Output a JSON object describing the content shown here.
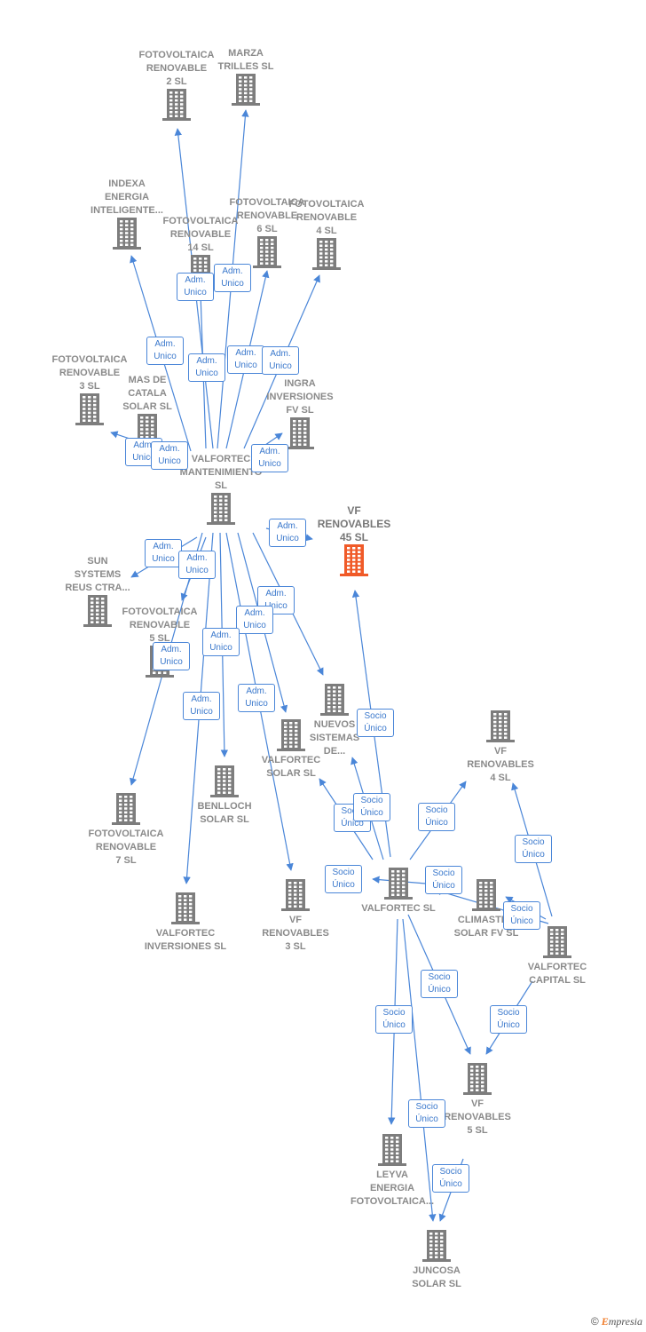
{
  "colors": {
    "node": "#7d7d7d",
    "focus": "#f05a28",
    "edge": "#4a86d8"
  },
  "icon": "building-icon",
  "nodes": [
    {
      "id": "fv2",
      "label": "FOTOVOLTAICA\nRENOVABLE\n2  SL"
    },
    {
      "id": "marza",
      "label": "MARZA\nTRILLES SL"
    },
    {
      "id": "indexa",
      "label": "INDEXA\nENERGIA\nINTELIGENTE..."
    },
    {
      "id": "fv14",
      "label": "FOTOVOLTAICA\nRENOVABLE\n14 SL"
    },
    {
      "id": "fv6",
      "label": "FOTOVOLTAICA\nRENOVABLE\n6 SL"
    },
    {
      "id": "fv4",
      "label": "FOTOVOLTAICA\nRENOVABLE\n4 SL"
    },
    {
      "id": "fv3",
      "label": "FOTOVOLTAICA\nRENOVABLE\n3 SL"
    },
    {
      "id": "mas",
      "label": "MAS DE\nCATALA\nSOLAR SL"
    },
    {
      "id": "ingra",
      "label": "INGRA\nINVERSIONES\nFV  SL"
    },
    {
      "id": "valmant",
      "label": "VALFORTEC\nMANTENIMIENTO\nSL"
    },
    {
      "id": "vf45",
      "label": "VF\nRENOVABLES\n45  SL",
      "focus": true
    },
    {
      "id": "sun",
      "label": "SUN\nSYSTEMS\nREUS CTRA..."
    },
    {
      "id": "fv5",
      "label": "FOTOVOLTAICA\nRENOVABLE\n5 SL"
    },
    {
      "id": "nuevos",
      "label": "NUEVOS\nSISTEMAS\nDE..."
    },
    {
      "id": "valsolar",
      "label": "VALFORTEC\nSOLAR  SL"
    },
    {
      "id": "vf4",
      "label": "VF\nRENOVABLES\n4  SL"
    },
    {
      "id": "benlloch",
      "label": "BENLLOCH\nSOLAR SL"
    },
    {
      "id": "fv7",
      "label": "FOTOVOLTAICA\nRENOVABLE\n7 SL"
    },
    {
      "id": "valinv",
      "label": "VALFORTEC\nINVERSIONES SL"
    },
    {
      "id": "vf3",
      "label": "VF\nRENOVABLES\n3  SL"
    },
    {
      "id": "valsl",
      "label": "VALFORTEC SL"
    },
    {
      "id": "climaster",
      "label": "CLIMASTER\nSOLAR FV SL"
    },
    {
      "id": "valcap",
      "label": "VALFORTEC\nCAPITAL  SL"
    },
    {
      "id": "vf5",
      "label": "VF\nRENOVABLES\n5  SL"
    },
    {
      "id": "leyva",
      "label": "LEYVA\nENERGIA\nFOTOVOLTAICA..."
    },
    {
      "id": "juncosa",
      "label": "JUNCOSA\nSOLAR  SL"
    }
  ],
  "edges": [
    {
      "from": "valmant",
      "to": "fv2",
      "label": "Adm.\nUnico"
    },
    {
      "from": "valmant",
      "to": "marza",
      "label": "Adm.\nUnico"
    },
    {
      "from": "valmant",
      "to": "indexa",
      "label": "Adm.\nUnico"
    },
    {
      "from": "valmant",
      "to": "fv14",
      "label": "Adm.\nUnico"
    },
    {
      "from": "valmant",
      "to": "fv6",
      "label": "Adm.\nUnico"
    },
    {
      "from": "valmant",
      "to": "fv4",
      "label": "Adm.\nUnico"
    },
    {
      "from": "valmant",
      "to": "fv3",
      "label": "Adm.\nUnico"
    },
    {
      "from": "valmant",
      "to": "mas",
      "label": "Adm.\nUnico"
    },
    {
      "from": "valmant",
      "to": "ingra",
      "label": "Adm.\nUnico"
    },
    {
      "from": "valmant",
      "to": "vf45",
      "label": "Adm.\nUnico"
    },
    {
      "from": "valmant",
      "to": "sun",
      "label": "Adm.\nUnico"
    },
    {
      "from": "valmant",
      "to": "fv5",
      "label": "Adm.\nUnico"
    },
    {
      "from": "valmant",
      "to": "nuevos",
      "label": "Adm.\nUnico"
    },
    {
      "from": "valmant",
      "to": "valsolar",
      "label": "Adm.\nUnico"
    },
    {
      "from": "valmant",
      "to": "benlloch",
      "label": "Adm.\nUnico"
    },
    {
      "from": "valmant",
      "to": "fv7",
      "label": "Adm.\nUnico"
    },
    {
      "from": "valmant",
      "to": "valinv",
      "label": "Adm.\nUnico"
    },
    {
      "from": "valmant",
      "to": "vf3",
      "label": "Adm.\nUnico"
    },
    {
      "from": "valsl",
      "to": "vf45",
      "label": "Socio\nÚnico"
    },
    {
      "from": "valsl",
      "to": "valsolar",
      "label": "Socio\nÚnico"
    },
    {
      "from": "valsl",
      "to": "nuevos",
      "label": "Socio\nÚnico"
    },
    {
      "from": "valsl",
      "to": "vf4",
      "label": "Socio\nÚnico"
    },
    {
      "from": "valsl",
      "to": "vf5",
      "label": "Socio\nÚnico"
    },
    {
      "from": "valsl",
      "to": "leyva",
      "label": "Socio\nÚnico"
    },
    {
      "from": "valsl",
      "to": "juncosa",
      "label": "Socio\nÚnico"
    },
    {
      "from": "valcap",
      "to": "vf4",
      "label": "Socio\nÚnico"
    },
    {
      "from": "valcap",
      "to": "valsl",
      "label": "Socio\nÚnico"
    },
    {
      "from": "valcap",
      "to": "vf5",
      "label": "Socio\nÚnico"
    },
    {
      "from": "valcap",
      "to": "climaster",
      "label": "Socio\nÚnico"
    },
    {
      "from": "vf5",
      "to": "juncosa",
      "label": "Socio\nÚnico"
    },
    {
      "from": "valsl",
      "to": "climaster",
      "label": "Socio\nÚnico"
    }
  ],
  "brand": {
    "copyright": "©",
    "name_first": "E",
    "name_rest": "mpresia"
  }
}
